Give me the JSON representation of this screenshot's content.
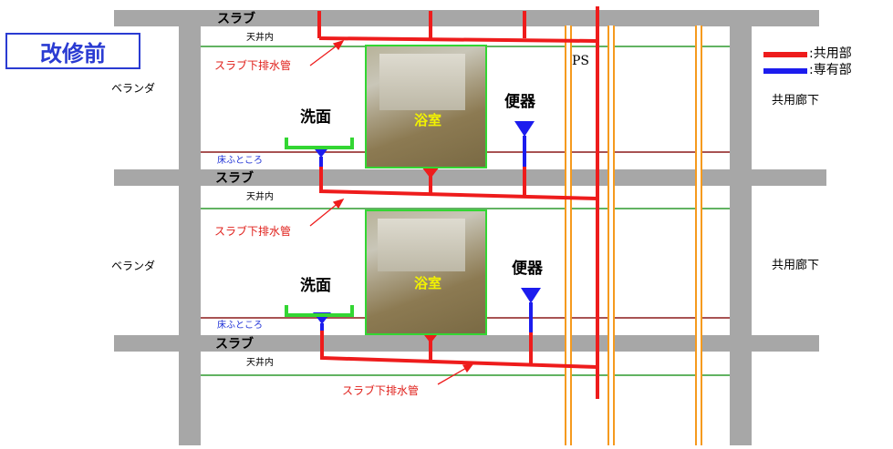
{
  "title": "改修前",
  "labels": {
    "slab": "スラブ",
    "ceiling": "天井内",
    "floor_space": "床ふところ",
    "slab_drain": "スラブ下排水管",
    "washbasin": "洗面",
    "bathroom": "浴室",
    "toilet": "便器",
    "veranda": "ベランダ",
    "corridor": "共用廊下",
    "ps": "PS"
  },
  "legend": [
    {
      "label": ":共用部",
      "color": "#ee1c1c"
    },
    {
      "label": ":専有部",
      "color": "#1c1cee"
    }
  ],
  "colors": {
    "slab": "#a7a7a7",
    "common_pipe": "#ee1c1c",
    "private_pipe": "#1c1cee",
    "ceiling_line": "#2e9a2e",
    "floor_line": "#8b1a1a",
    "ps_pipe": "#f59a1e",
    "bath_border": "#33d633"
  }
}
